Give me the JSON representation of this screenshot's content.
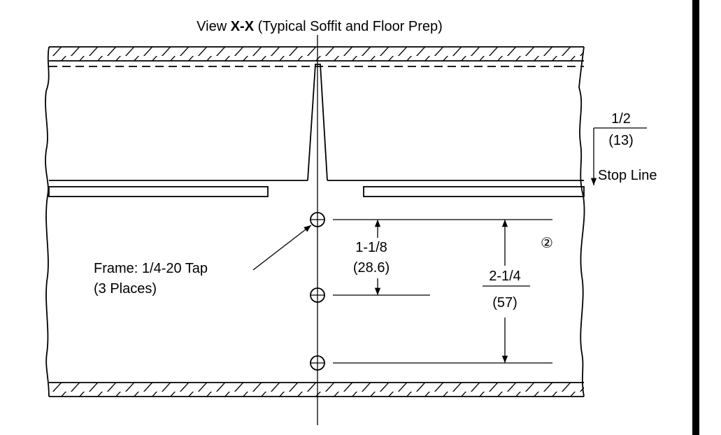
{
  "title": {
    "prefix": "View ",
    "emphasis": "X-X",
    "suffix": " (Typical Soffit and Floor Prep)"
  },
  "dimensions": {
    "top": {
      "imperial": "1/2",
      "metric": "(13)",
      "label": "Stop Line"
    },
    "hole_spacing": {
      "imperial": "1-1/8",
      "metric": "(28.6)"
    },
    "overall": {
      "imperial": "2-1/4",
      "metric": "(57)"
    }
  },
  "callout": {
    "line1": "Frame: 1/4-20 Tap",
    "line2": "(3 Places)"
  },
  "note_marker": "②",
  "colors": {
    "ink": "#000000",
    "background": "#ffffff"
  }
}
